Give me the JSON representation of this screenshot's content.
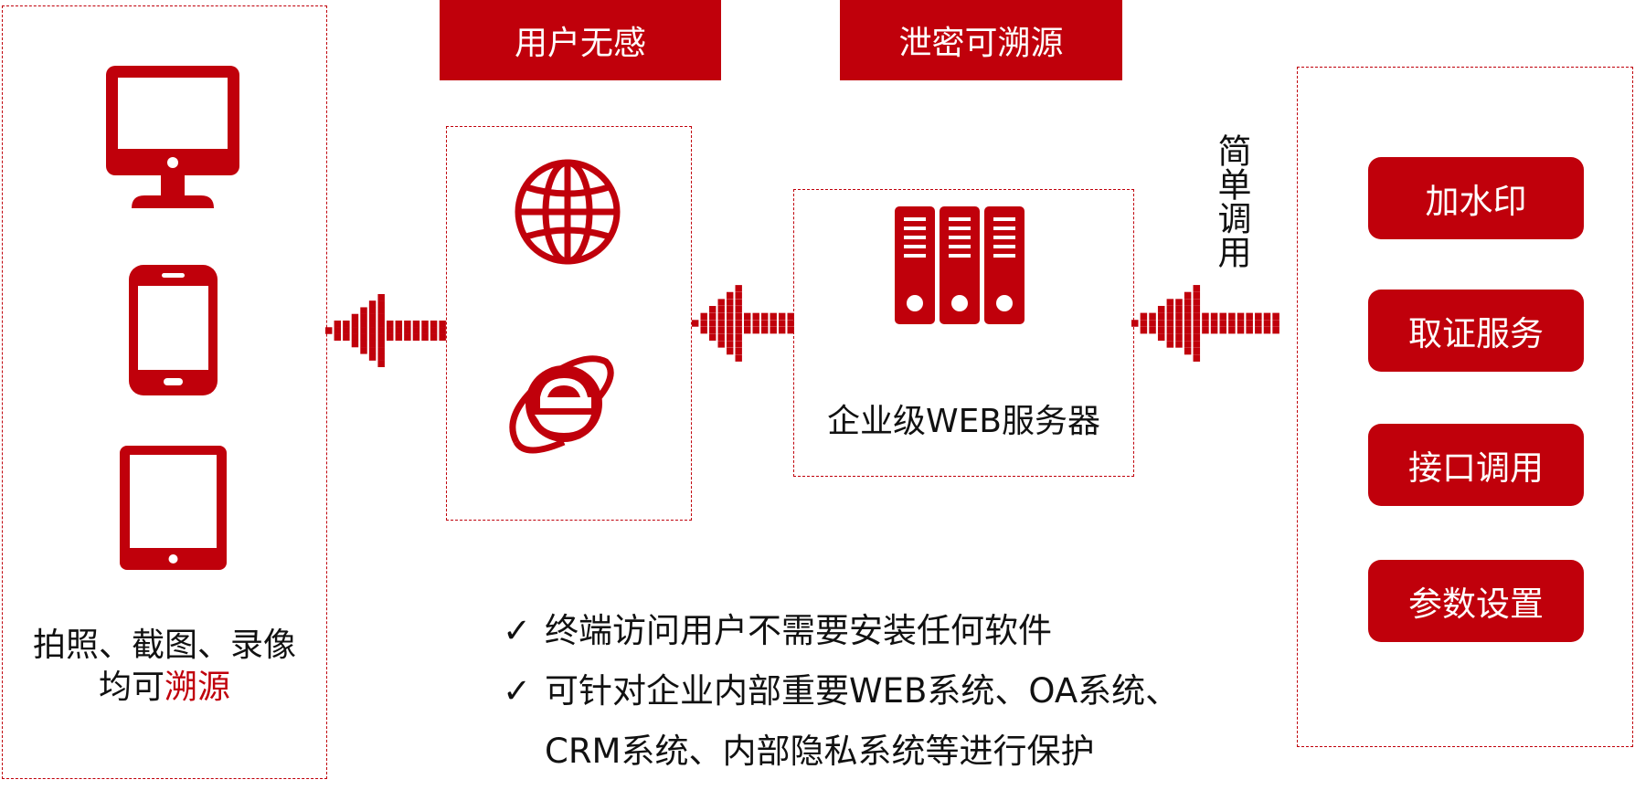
{
  "colors": {
    "accent": "#c0000b",
    "text": "#111111",
    "background": "#ffffff"
  },
  "headers": {
    "left": "用户无感",
    "right": "泄密可溯源"
  },
  "devices": {
    "icons": [
      "monitor-icon",
      "phone-icon",
      "tablet-icon"
    ],
    "caption_line1": "拍照、截图、录像",
    "caption_line2_prefix": "均可",
    "caption_line2_highlight": "溯源"
  },
  "browser": {
    "icons": [
      "globe-icon",
      "ie-browser-icon"
    ]
  },
  "server": {
    "icon": "server-binders-icon",
    "label": "企业级WEB服务器"
  },
  "vertical_label": "简单调用",
  "services": [
    "加水印",
    "取证服务",
    "接口调用",
    "参数设置"
  ],
  "bullets": {
    "check_symbol": "✓",
    "item1": "终端访问用户不需要安装任何软件",
    "item2_line1": "可针对企业内部重要WEB系统、OA系统、",
    "item2_line2": "CRM系统、内部隐私系统等进行保护"
  }
}
